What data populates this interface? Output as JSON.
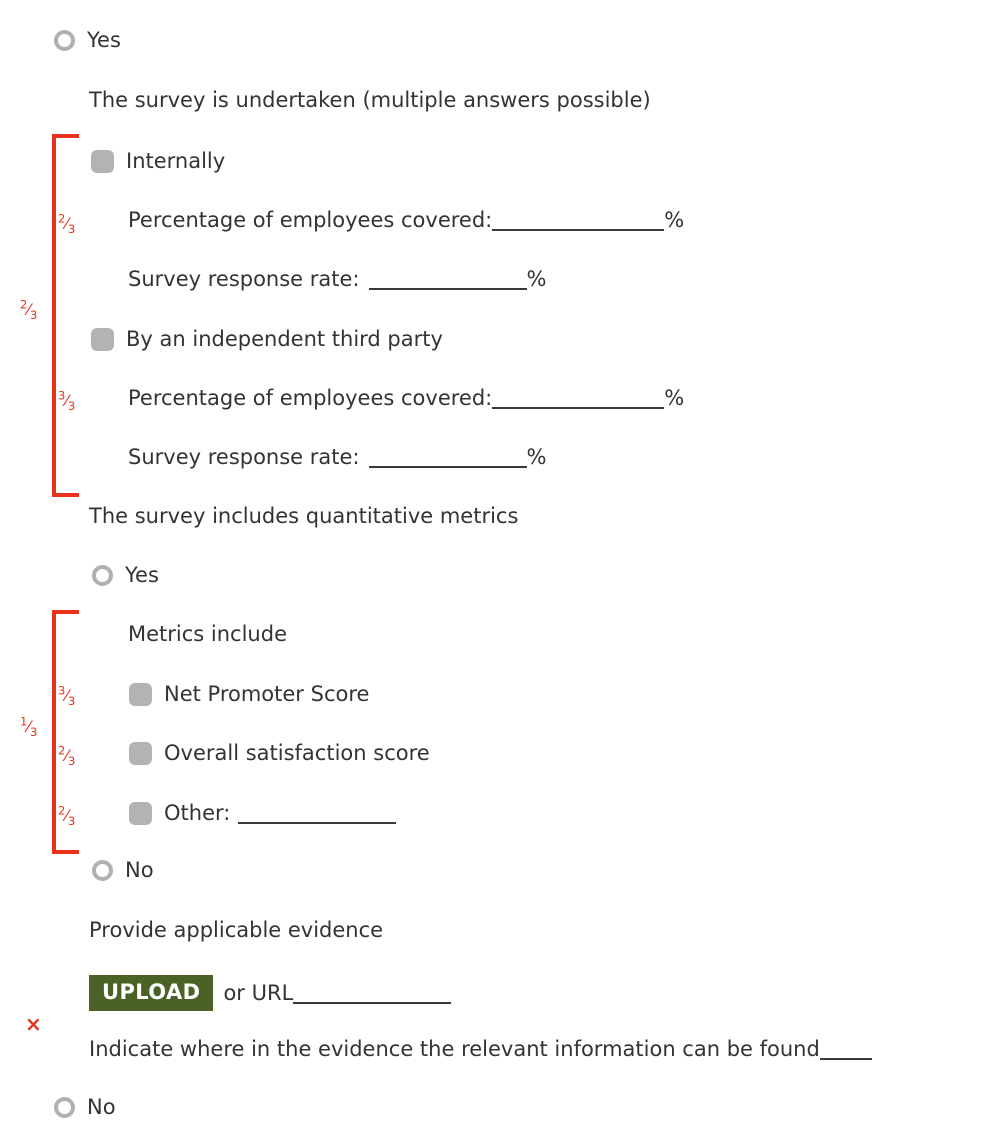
{
  "form": {
    "options": {
      "yes": "Yes",
      "no": "No"
    },
    "rows": [
      {
        "id": "yes-top",
        "label": "Yes"
      },
      {
        "id": "survey-undertaken",
        "label": "The survey is undertaken (multiple answers possible)"
      },
      {
        "id": "internally",
        "label": "Internally"
      },
      {
        "id": "pct-covered-1",
        "label": "Percentage of employees covered:",
        "suffix": "%"
      },
      {
        "id": "response-rate-1",
        "label": "Survey response rate:",
        "suffix": "%"
      },
      {
        "id": "third-party",
        "label": "By an independent third party"
      },
      {
        "id": "pct-covered-2",
        "label": "Percentage of employees covered:",
        "suffix": "%"
      },
      {
        "id": "response-rate-2",
        "label": "Survey response rate:",
        "suffix": "%"
      },
      {
        "id": "quantitative-metrics",
        "label": "The survey includes quantitative metrics"
      },
      {
        "id": "yes-metrics",
        "label": "Yes"
      },
      {
        "id": "metrics-include",
        "label": "Metrics include"
      },
      {
        "id": "net-promoter",
        "label": "Net Promoter Score"
      },
      {
        "id": "overall-satisfaction",
        "label": "Overall satisfaction score"
      },
      {
        "id": "other",
        "label": "Other:"
      },
      {
        "id": "no-metrics",
        "label": "No"
      },
      {
        "id": "provide-evidence",
        "label": "Provide applicable evidence"
      },
      {
        "id": "upload-row",
        "label": "UPLOAD",
        "middle": "or URL"
      },
      {
        "id": "indicate-where",
        "label": "Indicate where in the evidence the relevant information can be found"
      },
      {
        "id": "no-bottom",
        "label": "No"
      }
    ]
  },
  "annotations": {
    "color": "#e8321e",
    "fractions": [
      {
        "id": "frac-outer-1",
        "num": "2",
        "den": "3"
      },
      {
        "id": "frac-inner-1",
        "num": "2",
        "den": "3"
      },
      {
        "id": "frac-inner-2",
        "num": "3",
        "den": "3"
      },
      {
        "id": "frac-outer-2",
        "num": "1",
        "den": "3"
      },
      {
        "id": "frac-inner-3",
        "num": "3",
        "den": "3"
      },
      {
        "id": "frac-inner-4",
        "num": "2",
        "den": "3"
      },
      {
        "id": "frac-inner-5",
        "num": "2",
        "den": "3"
      }
    ],
    "cross": "×"
  },
  "colors": {
    "text": "#333333",
    "checkbox": "#b3b3b5",
    "radio_ring": "#b0b0b0",
    "upload_bg": "#4b6227",
    "annotation_red": "#e8321e",
    "blank_line": "#3a3a3a"
  }
}
